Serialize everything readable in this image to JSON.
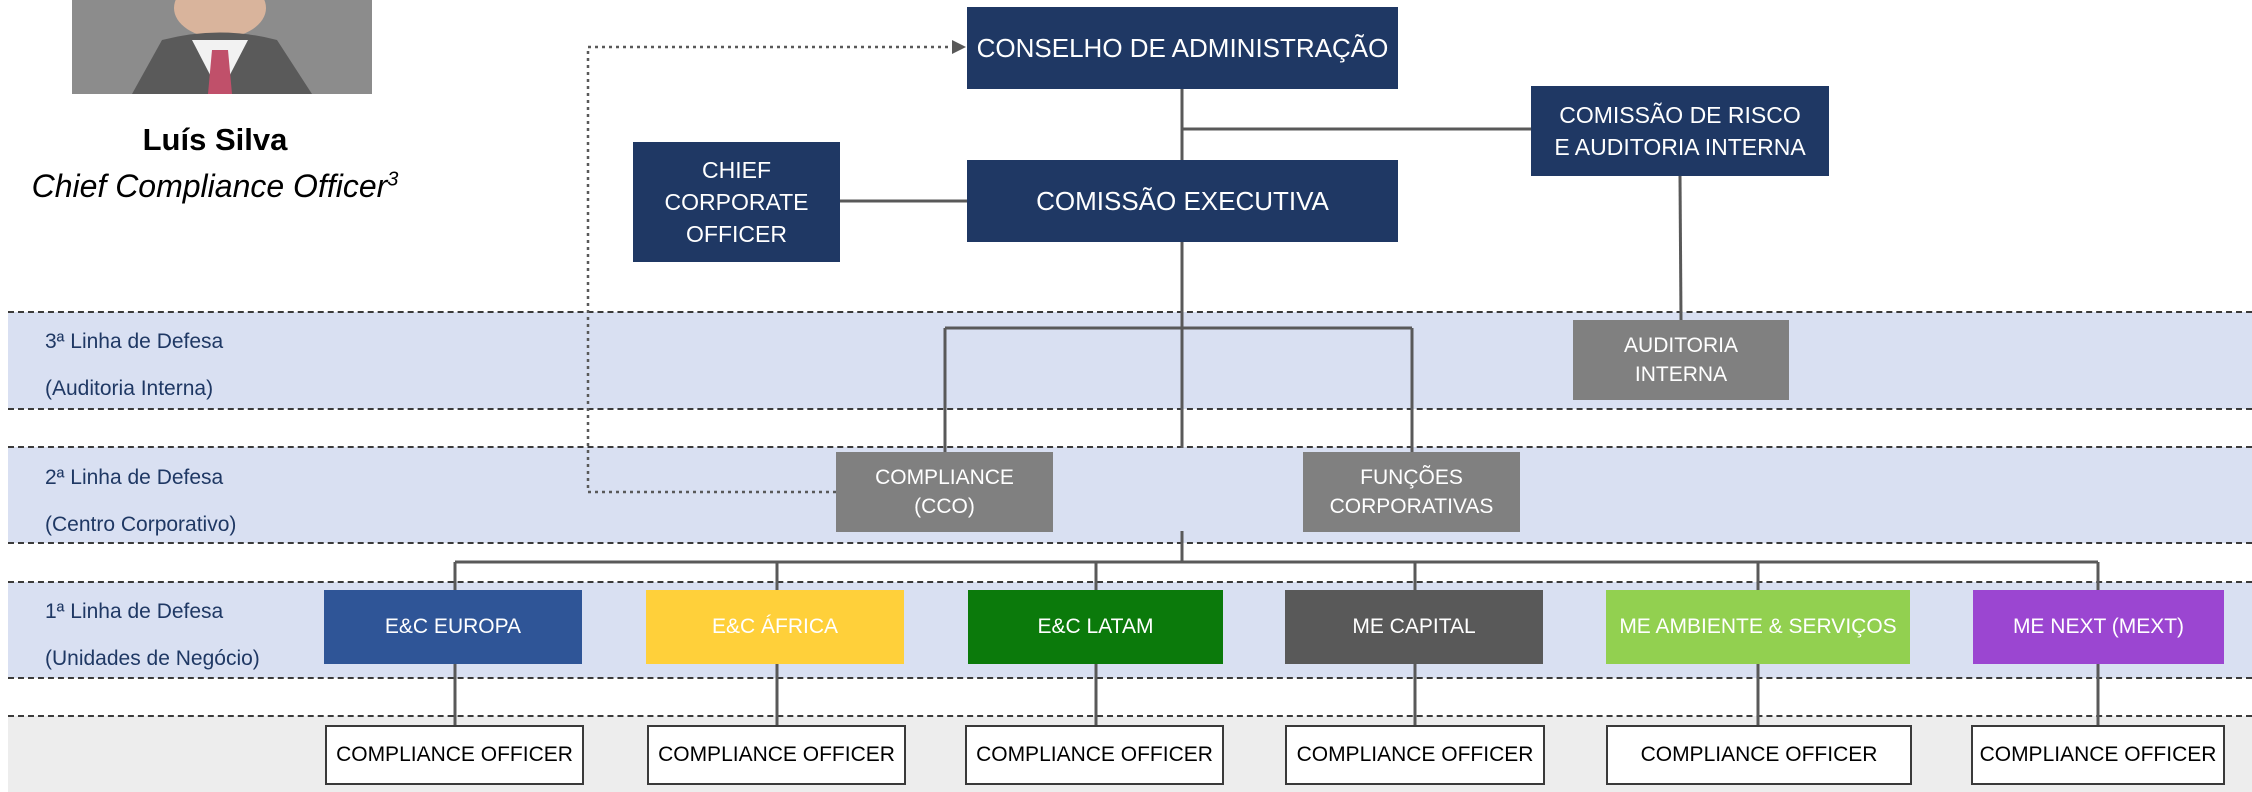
{
  "person": {
    "name": "Luís Silva",
    "title": "Chief Compliance Officer",
    "title_sup": "3"
  },
  "governance": {
    "board": "CONSELHO DE ADMINISTRAÇÃO",
    "risk_committee": "COMISSÃO DE RISCO E AUDITORIA INTERNA",
    "executive_committee": "COMISSÃO EXECUTIVA",
    "chief_corporate_officer": "CHIEF CORPORATE OFFICER"
  },
  "lines": [
    {
      "title": "3ª Linha de Defesa",
      "subtitle": "(Auditoria Interna)"
    },
    {
      "title": "2ª Linha de Defesa",
      "subtitle": "(Centro Corporativo)"
    },
    {
      "title": "1ª Linha de Defesa",
      "subtitle": "(Unidades de Negócio)"
    }
  ],
  "functions": {
    "internal_audit": "AUDITORIA INTERNA",
    "compliance": "COMPLIANCE (CCO)",
    "corporate_functions": "FUNÇÕES CORPORATIVAS"
  },
  "business_units": [
    {
      "label": "E&C EUROPA",
      "color": "#2f5597"
    },
    {
      "label": "E&C ÁFRICA",
      "color": "#ffd03a"
    },
    {
      "label": "E&C LATAM",
      "color": "#0b7a0b"
    },
    {
      "label": "ME CAPITAL",
      "color": "#595959"
    },
    {
      "label": "ME AMBIENTE & SERVIÇOS",
      "color": "#92d050"
    },
    {
      "label": "ME NEXT (MEXT)",
      "color": "#9b46d1"
    }
  ],
  "compliance_officers": [
    "COMPLIANCE OFFICER",
    "COMPLIANCE OFFICER",
    "COMPLIANCE OFFICER",
    "COMPLIANCE OFFICER",
    "COMPLIANCE OFFICER",
    "COMPLIANCE OFFICER"
  ],
  "colors": {
    "navy": "#1f3864",
    "grey_box": "#808080",
    "band": "#d9e0f2",
    "bottom_band": "#ededed"
  }
}
